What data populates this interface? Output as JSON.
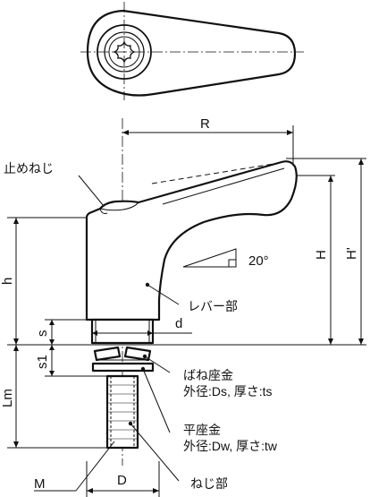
{
  "labels": {
    "set_screw": "止めねじ",
    "lever": "レバー部",
    "spring_washer": "ばね座金",
    "spring_washer_dims": "外径:Ds, 厚さ:ts",
    "flat_washer": "平座金",
    "flat_washer_dims": "外径:Dw, 厚さ:tw",
    "screw": "ねじ部"
  },
  "dimensions": {
    "R": "R",
    "H": "H",
    "H_prime": "H'",
    "h": "h",
    "d": "d",
    "s": "s",
    "s1": "s1",
    "Lm": "Lm",
    "M": "M",
    "D": "D",
    "angle": "20°"
  }
}
